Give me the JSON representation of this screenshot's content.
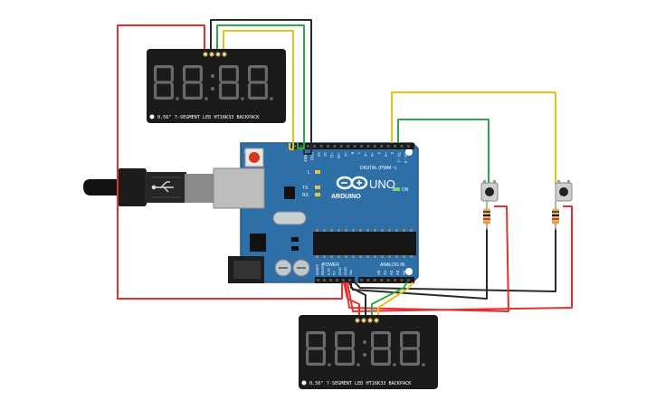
{
  "colors": {
    "board": "#2f6fa8",
    "board_dark": "#245a8c",
    "wire_red": "#e53030",
    "wire_black": "#2a2a2a",
    "wire_green": "#2fa84a",
    "wire_yellow": "#e3c21c",
    "display_body": "#1b1b1b",
    "segment_off": "#6a6a6a"
  },
  "display_top": {
    "digits_text": "8.8:8.8",
    "label": "0.56\" 7-SEGMENT LED HT16K33 BACKPACK"
  },
  "display_bottom": {
    "digits_text": "8.8:8.8",
    "label": "0.56\" 7-SEGMENT LED HT16K33 BACKPACK"
  },
  "arduino": {
    "logo_text": "ARDUINO",
    "model_text": "UNO",
    "on_label": "ON",
    "l_label": "L",
    "tx_label": "TX",
    "rx_label": "RX",
    "digital_label": "DIGITAL (PWM ~)",
    "power_label": "POWER",
    "analog_label": "ANALOG IN",
    "top_pins": [
      "AREF",
      "GND",
      "13",
      "12",
      "~11",
      "~10",
      "~9",
      "8",
      "7",
      "~6",
      "~5",
      "4",
      "~3",
      "2",
      "TX→1",
      "RX←0"
    ],
    "power_pins": [
      "IOREF",
      "RESET",
      "3.3V",
      "5V",
      "GND",
      "GND",
      "Vin"
    ],
    "analog_pins": [
      "A0",
      "A1",
      "A2",
      "A3",
      "A4",
      "A5"
    ]
  },
  "components": {
    "button_1": "pushbutton",
    "button_2": "pushbutton",
    "resistor_1": "resistor",
    "resistor_2": "resistor",
    "usb_cable": "usb-b-cable-icon",
    "power_jack": "dc-barrel-jack-icon"
  }
}
